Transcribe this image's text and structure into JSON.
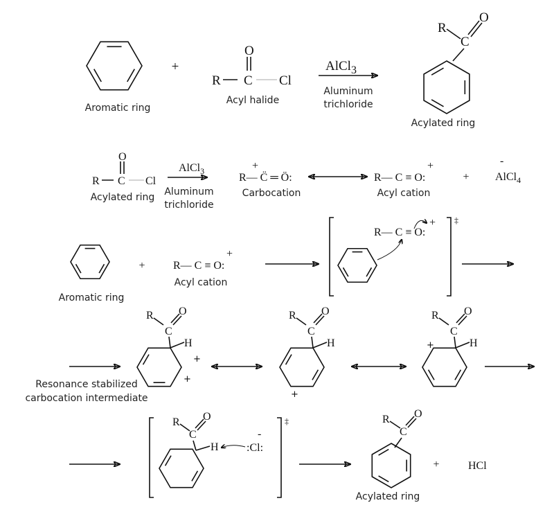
{
  "row1": {
    "aromatic_label": "Aromatic ring",
    "plus": "+",
    "acyl_halide": {
      "R": "R",
      "C": "C",
      "O": "O",
      "Cl": "Cl",
      "label": "Acyl halide"
    },
    "reagent": {
      "base": "AlCl",
      "sub": "3",
      "name_line1": "Aluminum",
      "name_line2": "trichloride"
    },
    "product": {
      "R": "R",
      "C": "C",
      "O": "O",
      "label": "Acylated ring"
    }
  },
  "row2": {
    "reactant": {
      "R": "R",
      "C": "C",
      "O": "O",
      "Cl": "Cl",
      "label": "Acylated ring"
    },
    "reagent": {
      "base": "AlCl",
      "sub": "3",
      "name_line1": "Aluminum",
      "name_line2": "trichloride"
    },
    "carbocation": {
      "formula": "R— C̈ ═ Ö:",
      "charge": "+",
      "label": "Carbocation"
    },
    "acyl_cation": {
      "formula": "R— C ≡ O:",
      "charge": "+",
      "label": "Acyl cation"
    },
    "plus": "+",
    "tetrachloroaluminate": {
      "base": "AlCl",
      "sub": "4",
      "charge": "-"
    }
  },
  "row3": {
    "aromatic_label": "Aromatic ring",
    "plus": "+",
    "acyl_cation": {
      "formula": "R— C ≡ O:",
      "charge": "+",
      "label": "Acyl cation"
    },
    "complex": {
      "formula": "R— C ≡ O:",
      "charge": "+",
      "dagger": "‡"
    }
  },
  "row4": {
    "label_line1": "Resonance stabilized",
    "label_line2": "carbocation intermediate",
    "structures": [
      {
        "R": "R",
        "C": "C",
        "O": "O",
        "H": "H",
        "charges": [
          "+",
          "+"
        ]
      },
      {
        "R": "R",
        "C": "C",
        "O": "O",
        "H": "H",
        "charges": [
          "+"
        ]
      },
      {
        "R": "R",
        "C": "C",
        "O": "O",
        "H": "H",
        "charges": [
          "+"
        ]
      }
    ]
  },
  "row5": {
    "complex": {
      "R": "R",
      "C": "C",
      "O": "O",
      "H": "H",
      "Cl": ":Cl:",
      "charge": "-",
      "dagger": "‡"
    },
    "product": {
      "R": "R",
      "C": "C",
      "O": "O",
      "label": "Acylated ring"
    },
    "plus": "+",
    "byproduct": "HCl"
  }
}
